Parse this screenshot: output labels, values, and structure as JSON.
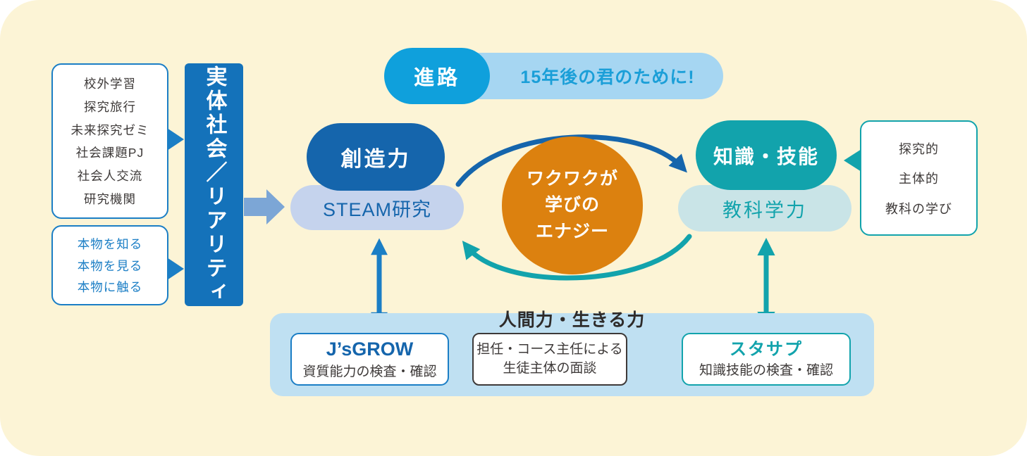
{
  "palette": {
    "background": "#FCF4D6",
    "primary_blue": "#1565AC",
    "bar_blue": "#1472BA",
    "bright_blue": "#1B7EC5",
    "cyan": "#0FA0DC",
    "light_cyan": "#A6D6F2",
    "periwinkle": "#C5D3ED",
    "orange": "#DC810F",
    "teal": "#12A3AC",
    "light_teal": "#C9E4E7",
    "panel_blue": "#BFE0F2",
    "text_dark": "#3E3A39",
    "medium_blue_arrow": "#7CA6D6"
  },
  "left": {
    "activities": [
      "校外学習",
      "探究旅行",
      "未来探究ゼミ",
      "社会課題PJ",
      "社会人交流",
      "研究機関"
    ],
    "authentic": [
      "本物を知る",
      "本物を見る",
      "本物に触る"
    ],
    "bar_label": "実体社会／リアリティ"
  },
  "top_banner": {
    "badge": "進路",
    "message": "15年後の君のために!"
  },
  "cycle": {
    "creativity": "創造力",
    "steam": "STEAM研究",
    "energy": [
      "ワクワクが",
      "学びの",
      "エナジー"
    ],
    "knowledge": "知識・技能",
    "subject": "教科学力"
  },
  "right_box": {
    "items": [
      "探究的",
      "主体的",
      "教科の学び"
    ]
  },
  "bottom_panel": {
    "heading": "人間力・生きる力",
    "jsgrow": {
      "title": "J’sGROW",
      "desc": "資質能力の検査・確認"
    },
    "interview": {
      "line1": "担任・コース主任による",
      "line2": "生徒主体の面談"
    },
    "sutasapu": {
      "title": "スタサプ",
      "desc": "知識技能の検査・確認"
    }
  }
}
